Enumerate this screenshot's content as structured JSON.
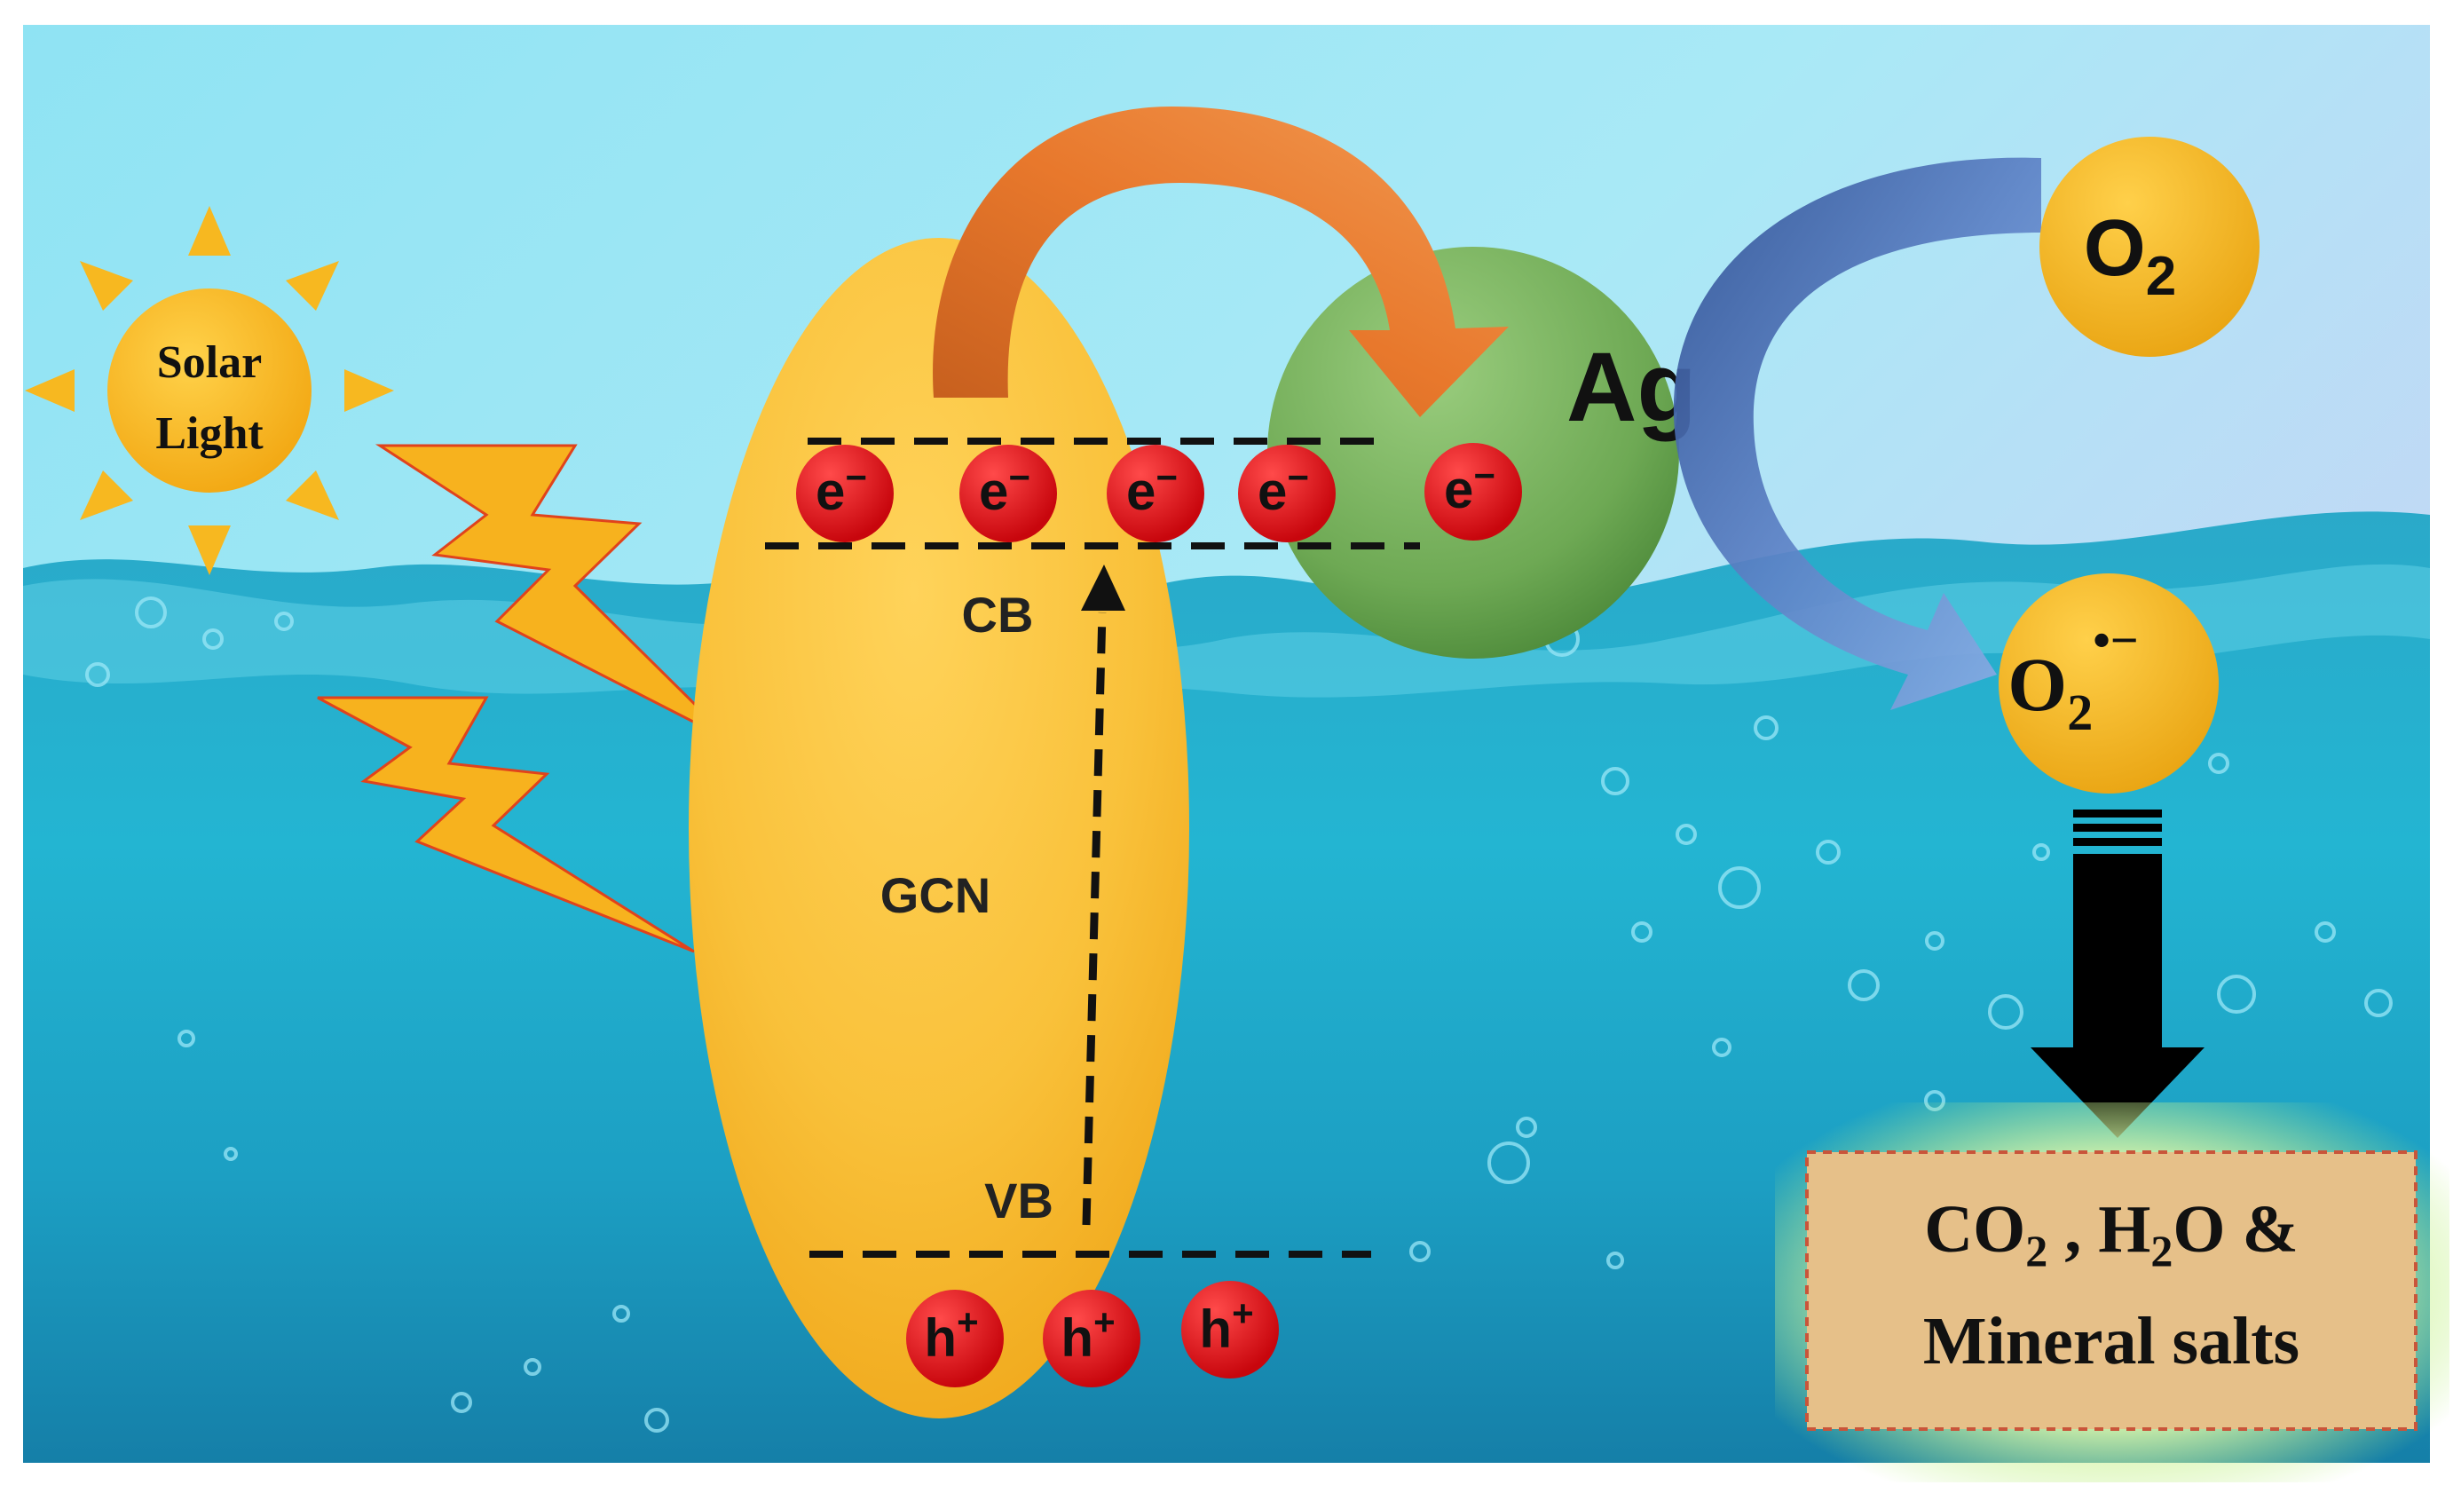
{
  "sun": {
    "line1": "Solar",
    "line2": "Light"
  },
  "gcn": {
    "label": "GCN",
    "cb_label": "CB",
    "vb_label": "VB"
  },
  "electron": {
    "symbol": "e",
    "charge": "−"
  },
  "hole": {
    "symbol": "h",
    "charge": "+"
  },
  "silver": {
    "label": "Ag"
  },
  "oxygen": {
    "symbol": "O",
    "subscript": "2"
  },
  "superoxide": {
    "symbol": "O",
    "subscript": "2",
    "superscript": "•−"
  },
  "products": {
    "line1": {
      "a": "CO",
      "a_sub": "2",
      "sep": " , ",
      "b": "H",
      "b_sub": "2",
      "c": "O &"
    },
    "line2": "Mineral salts"
  },
  "colors": {
    "water_top": "#8fe6f5",
    "water_deep": "#1a93b8",
    "gcn_fill": "#f7b928",
    "sun_fill": "#f5b31c",
    "electron_red": "#e8141b",
    "silver_green": "#6aa84f",
    "arrow_orange": "#e07b2c",
    "arrow_blue": "#4a6fb5",
    "product_box": "#e8c185"
  }
}
